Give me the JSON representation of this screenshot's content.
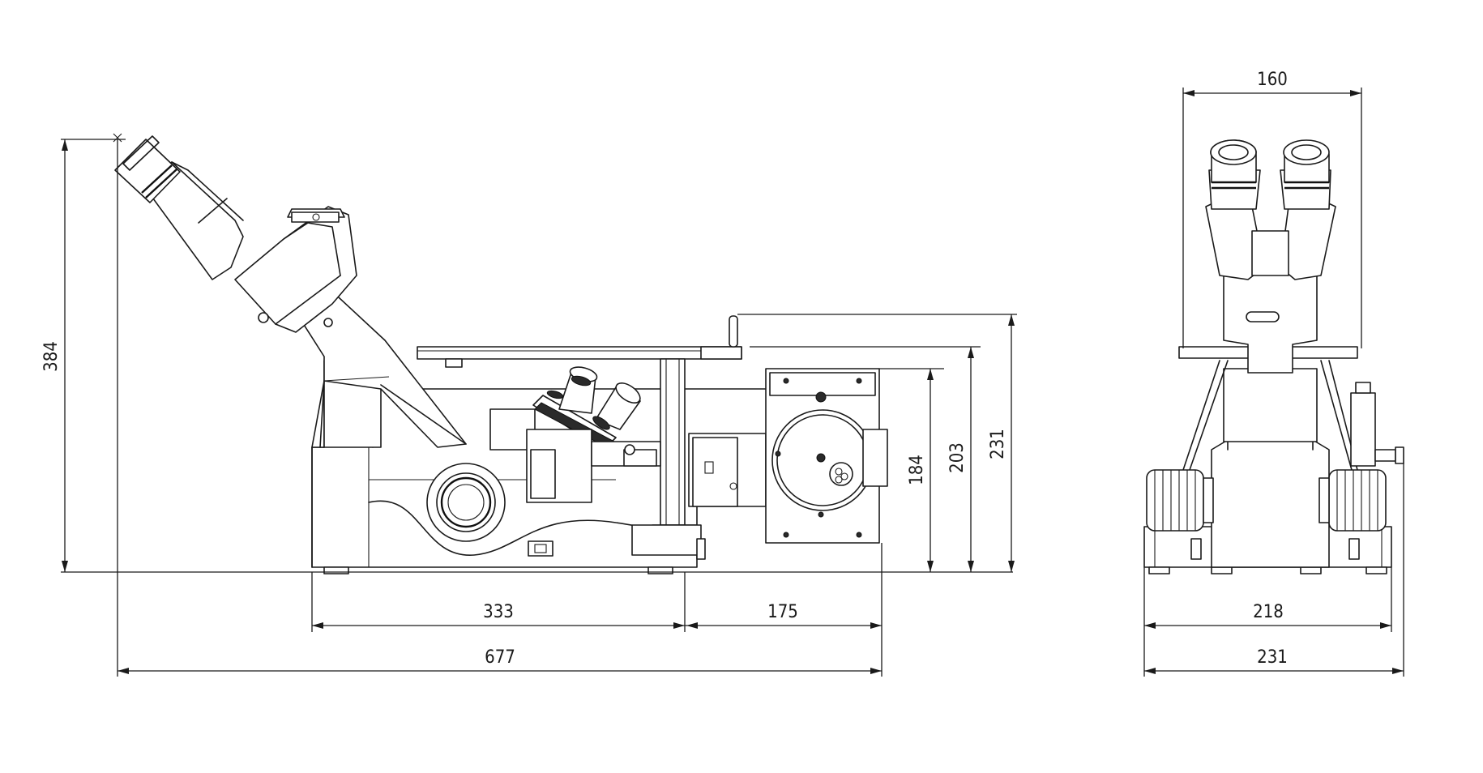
{
  "dimensions": {
    "overall_height": "384",
    "base_width_front": "333",
    "lamp_width": "175",
    "overall_length": "677",
    "lamp_height": "184",
    "lamp_housing_height": "203",
    "stage_height": "231",
    "eyepiece_width": "160",
    "base_width_side": "218",
    "overall_width_side": "231"
  },
  "colors": {
    "line": "#1a1a1a",
    "background": "#ffffff"
  }
}
